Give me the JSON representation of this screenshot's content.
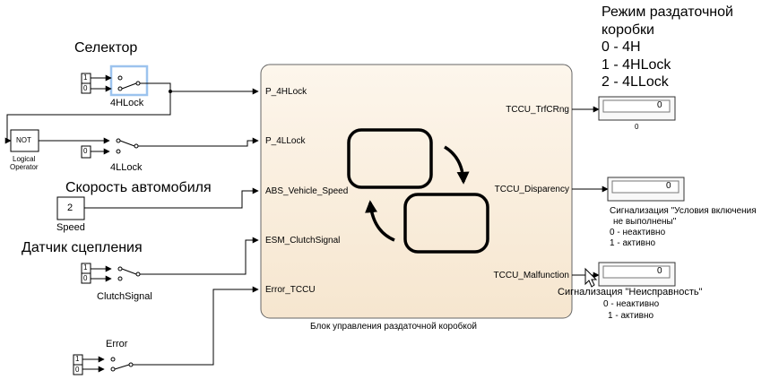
{
  "annotations": {
    "selector_title": "Селектор",
    "speed_title": "Скорость автомобиля",
    "clutch_title": "Датчик сцепления",
    "mode_title": [
      "Режим раздаточной",
      "коробки",
      "0 - 4H",
      "1 - 4HLock",
      "2 - 4LLock"
    ],
    "disparency_note": [
      "Сигнализация \"Условия включения",
      "не выполнены\"",
      "0 - неактивно",
      "1 - активно"
    ],
    "malfunction_note": [
      "Сигнализация \"Неисправность\"",
      "0 - неактивно",
      "1 - активно"
    ]
  },
  "blocks": {
    "switch_4hlock": {
      "label": "4HLock",
      "const_top": "1",
      "const_bottom": "0"
    },
    "switch_4llock": {
      "label": "4LLock",
      "const": "0"
    },
    "not_block": {
      "text": "NOT",
      "label_line1": "Logical",
      "label_line2": "Operator"
    },
    "speed_const": {
      "value": "2",
      "label": "Speed"
    },
    "clutch_switch": {
      "label": "ClutchSignal",
      "const_top": "1",
      "const_bottom": "0"
    },
    "error_switch": {
      "label": "Error",
      "const_top": "1",
      "const_bottom": "0"
    },
    "chart": {
      "title": "Блок управления раздаточной коробкой",
      "inputs": [
        "P_4HLock",
        "P_4LLock",
        "ABS_Vehicle_Speed",
        "ESM_ClutchSignal",
        "Error_TCCU"
      ],
      "outputs": [
        "TCCU_TrfCRng",
        "TCCU_Disparency",
        "TCCU_Malfunction"
      ]
    },
    "displays": [
      {
        "value": "0",
        "caption": "0"
      },
      {
        "value": "0",
        "caption": ""
      },
      {
        "value": "0",
        "caption": ""
      }
    ]
  },
  "colors": {
    "chart_fill": "#fbf1e2",
    "chart_border": "#555555",
    "highlight": "#9cc3ee",
    "line": "#000000"
  }
}
